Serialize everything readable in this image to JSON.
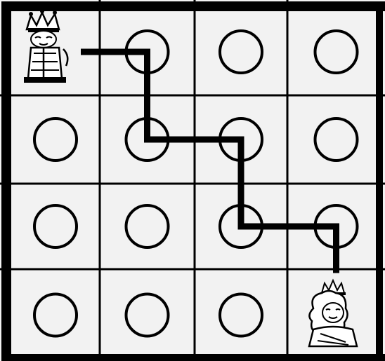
{
  "puzzle": {
    "grid": {
      "rows": 4,
      "cols": 4
    },
    "start": {
      "row": 0,
      "col": 0,
      "piece": "king-icon"
    },
    "goal": {
      "row": 3,
      "col": 3,
      "piece": "queen-icon"
    },
    "circles": [
      {
        "row": 0,
        "col": 1
      },
      {
        "row": 0,
        "col": 2
      },
      {
        "row": 0,
        "col": 3
      },
      {
        "row": 1,
        "col": 0
      },
      {
        "row": 1,
        "col": 1
      },
      {
        "row": 1,
        "col": 2
      },
      {
        "row": 1,
        "col": 3
      },
      {
        "row": 2,
        "col": 0
      },
      {
        "row": 2,
        "col": 1
      },
      {
        "row": 2,
        "col": 2
      },
      {
        "row": 2,
        "col": 3
      },
      {
        "row": 3,
        "col": 0
      },
      {
        "row": 3,
        "col": 1
      },
      {
        "row": 3,
        "col": 2
      }
    ],
    "path": [
      {
        "row": 0,
        "col": 0
      },
      {
        "row": 0,
        "col": 1
      },
      {
        "row": 1,
        "col": 1
      },
      {
        "row": 1,
        "col": 2
      },
      {
        "row": 2,
        "col": 2
      },
      {
        "row": 2,
        "col": 3
      },
      {
        "row": 3,
        "col": 3
      }
    ],
    "colors": {
      "line": "#000000",
      "cell": "#f2f2f2",
      "background": "#ffffff"
    }
  }
}
